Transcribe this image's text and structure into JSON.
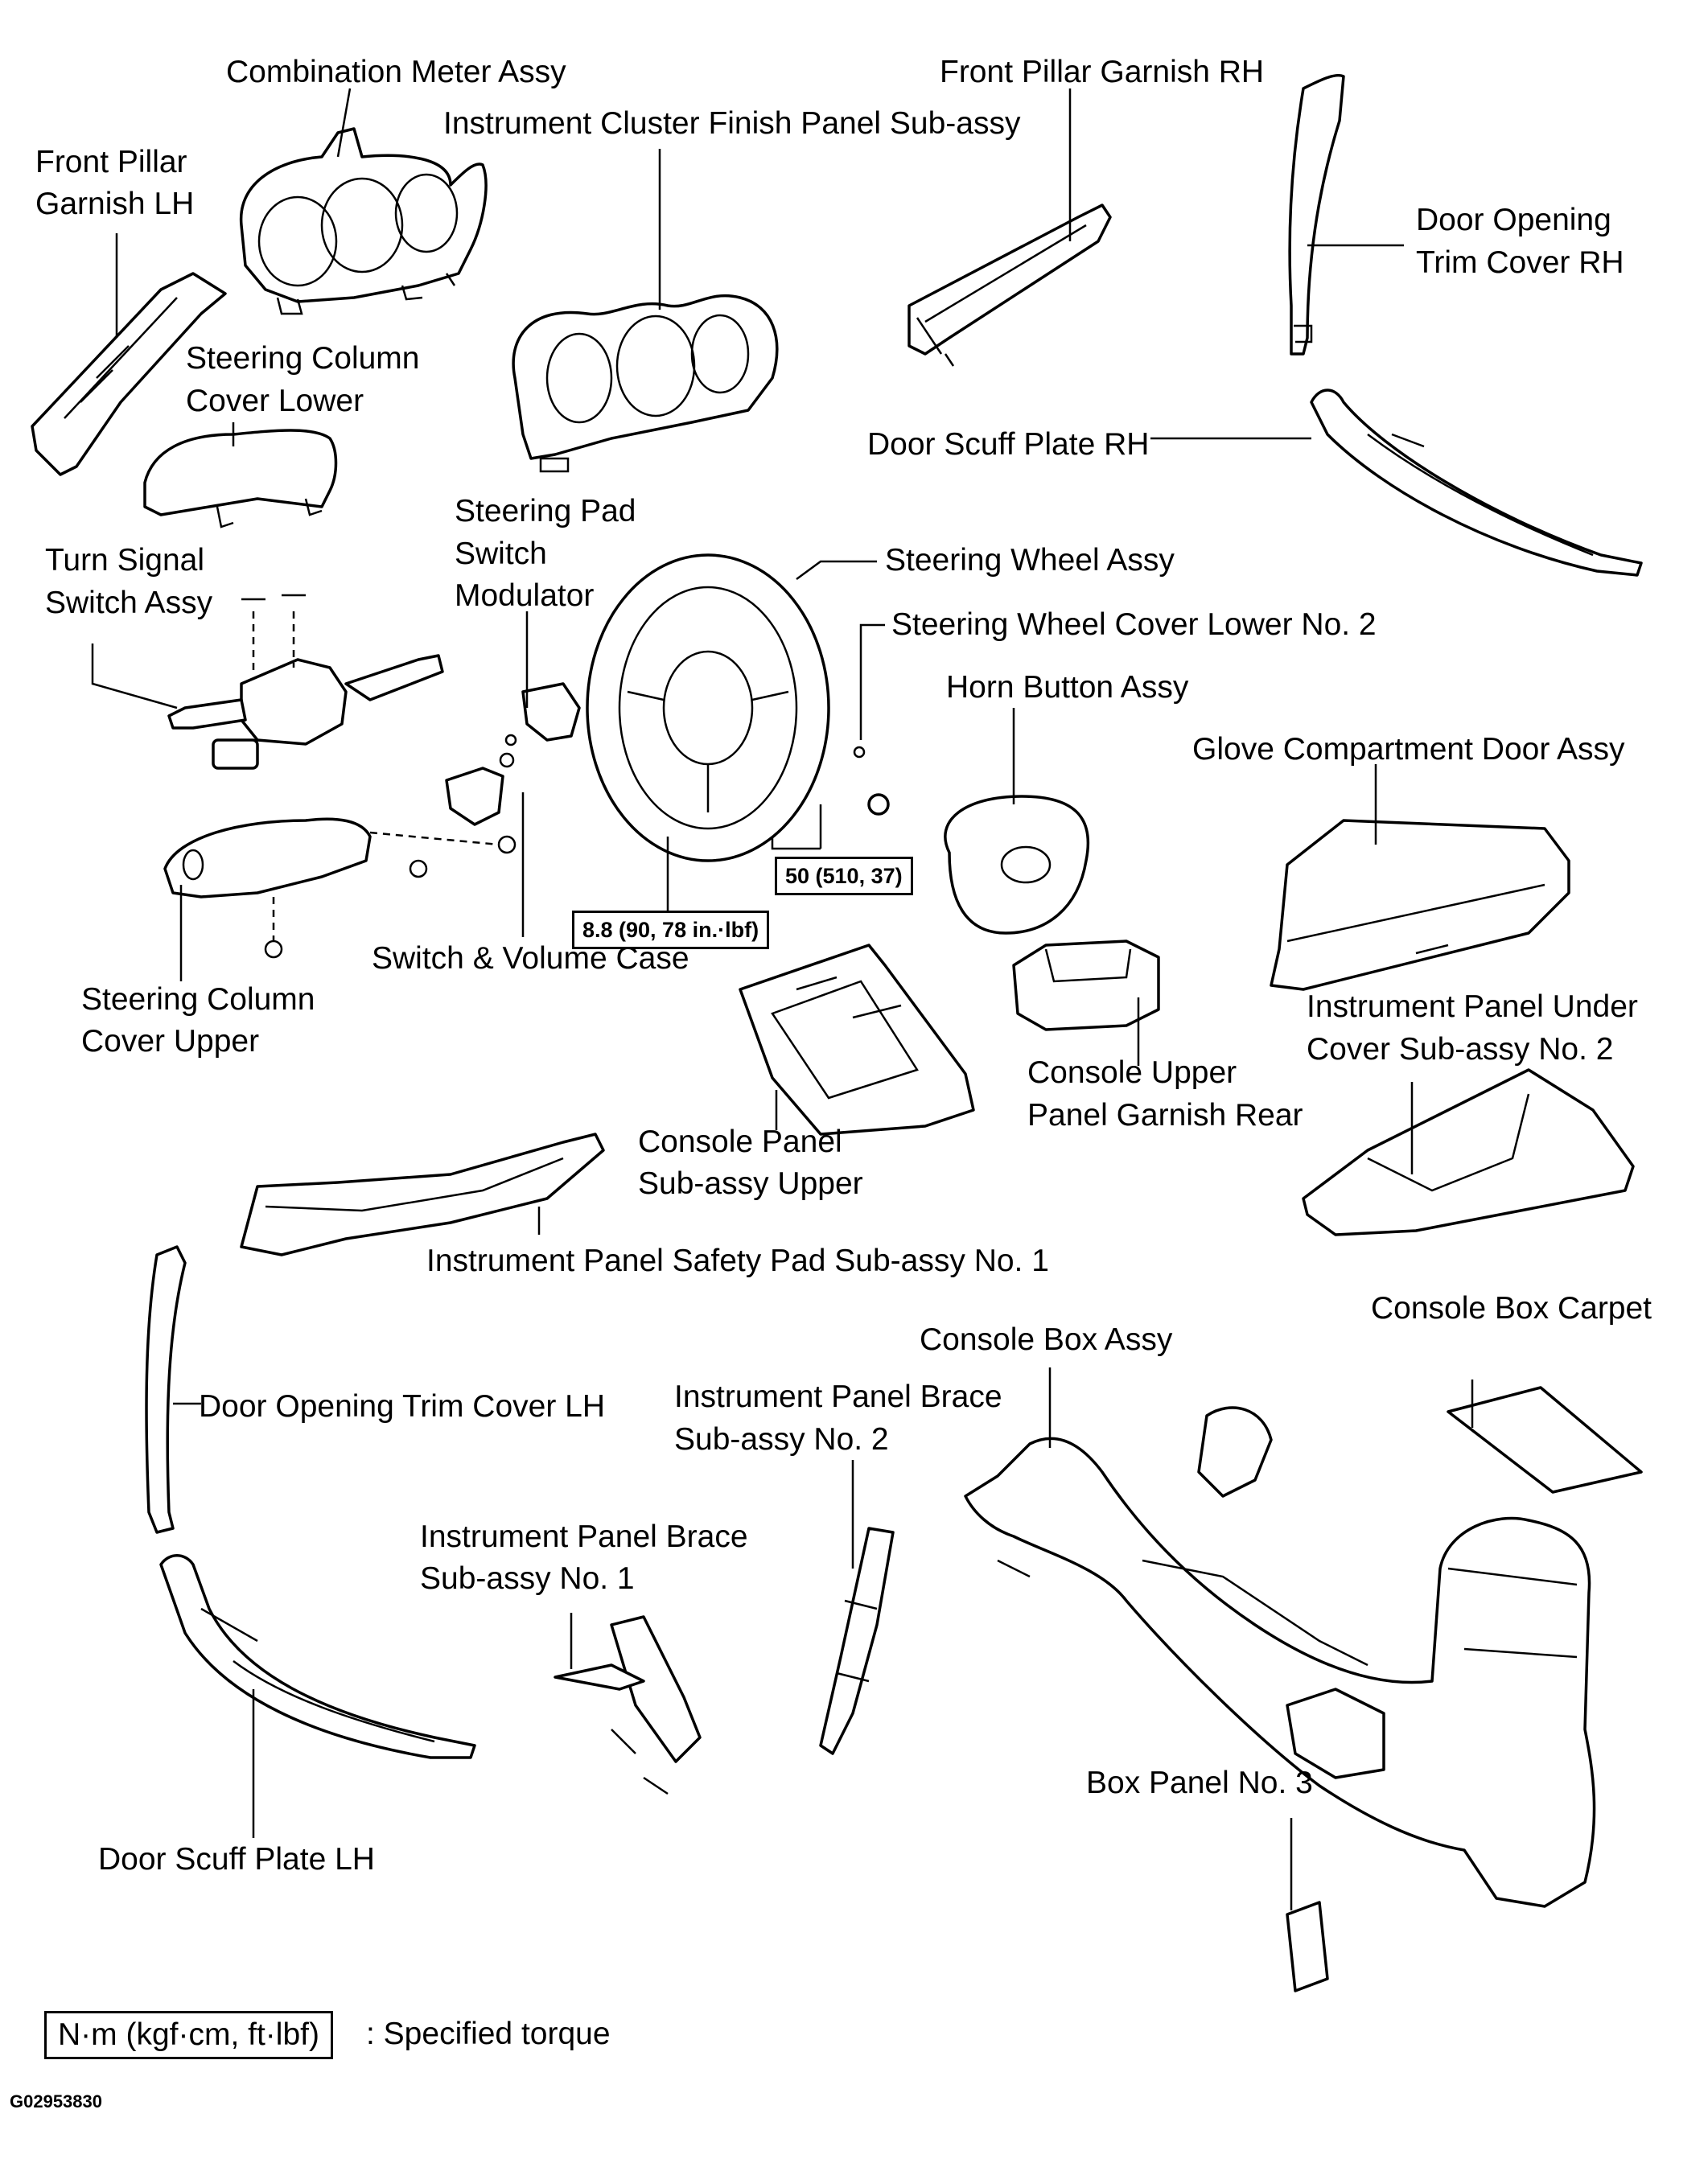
{
  "labels": {
    "combination_meter": "Combination Meter Assy",
    "finish_panel": "Instrument Cluster Finish Panel Sub-assy",
    "front_pillar_rh": "Front Pillar Garnish RH",
    "front_pillar_lh_1": "Front Pillar",
    "front_pillar_lh_2": "Garnish LH",
    "door_trim_rh_1": "Door Opening",
    "door_trim_rh_2": "Trim Cover RH",
    "col_lower_1": "Steering Column",
    "col_lower_2": "Cover Lower",
    "door_scuff_rh": "Door Scuff Plate RH",
    "pad_switch_1": "Steering Pad",
    "pad_switch_2": "Switch",
    "pad_switch_3": "Modulator",
    "turn_signal_1": "Turn Signal",
    "turn_signal_2": "Switch Assy",
    "steering_wheel": "Steering Wheel Assy",
    "wheel_cover": "Steering Wheel Cover Lower No. 2",
    "horn_button": "Horn Button Assy",
    "glove_door": "Glove Compartment Door Assy",
    "switch_volume": "Switch & Volume Case",
    "col_upper_1": "Steering Column",
    "col_upper_2": "Cover Upper",
    "under_cover_1": "Instrument  Panel  Under",
    "under_cover_2": "Cover Sub-assy No. 2",
    "console_garnish_1": "Console Upper",
    "console_garnish_2": "Panel Garnish Rear",
    "console_panel_1": "Console Panel",
    "console_panel_2": "Sub-assy  Upper",
    "safety_pad": "Instrument Panel Safety Pad Sub-assy No. 1",
    "console_box_carpet": "Console Box Carpet",
    "console_box": "Console Box Assy",
    "door_trim_lh": "Door Opening Trim Cover LH",
    "brace2_1": "Instrument Panel Brace",
    "brace2_2": "Sub-assy No. 2",
    "brace1_1": "Instrument Panel Brace",
    "brace1_2": "Sub-assy No. 1",
    "box_panel": "Box Panel No. 3",
    "door_scuff_lh": "Door Scuff Plate LH"
  },
  "torques": {
    "wheel_nut": "50 (510, 37)",
    "column_bolt": "8.8 (90, 78 in.·lbf)"
  },
  "legend": {
    "box": "N·m (kgf·cm, ft·lbf)",
    "text": ": Specified torque"
  },
  "figure_code": "G02953830"
}
